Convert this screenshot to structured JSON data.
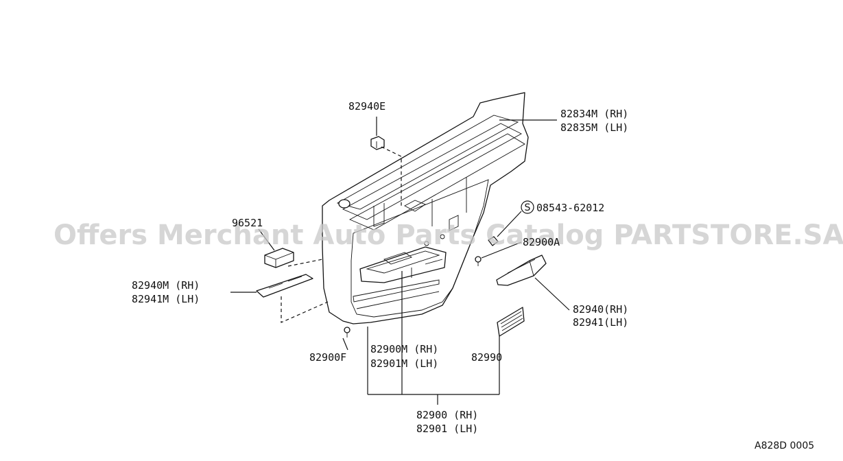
{
  "watermark": "Offers Merchant Auto Parts Catalog PARTSTORE.SA",
  "diagram_code": "A828D 0005",
  "screw_symbol": "S",
  "labels": {
    "p82940E": "82940E",
    "p82834M": "82834M (RH)",
    "p82835M": "82835M (LH)",
    "p96521": "96521",
    "p08543": "08543-62012",
    "p82900A": "82900A",
    "p82940M": "82940M (RH)",
    "p82941M": "82941M (LH)",
    "p82940": "82940(RH)",
    "p82941": "82941(LH)",
    "p82900F": "82900F",
    "p82900M": "82900M (RH)",
    "p82901M": "82901M (LH)",
    "p82990": "82990",
    "p82900": "82900 (RH)",
    "p82901": "82901 (LH)"
  }
}
